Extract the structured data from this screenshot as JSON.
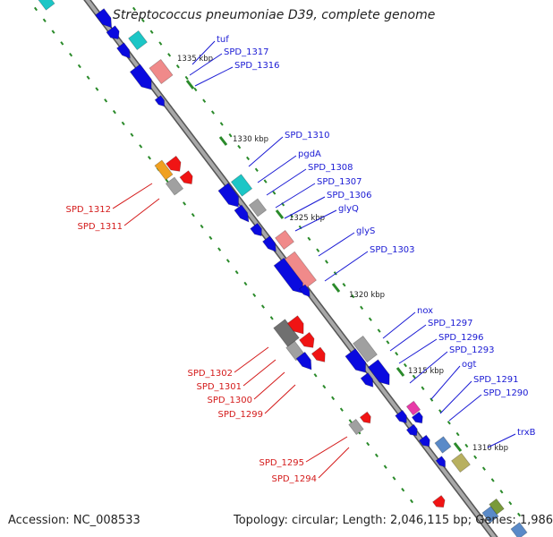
{
  "title": "Streptococcus pneumoniae D39, complete genome",
  "footer": {
    "accession": "Accession: NC_008533",
    "summary": "Topology: circular; Length: 2,046,115 bp; Genes: 1,986"
  },
  "colors": {
    "backbone": "#8a8a8a",
    "forward_label": "#1a1ad4",
    "reverse_label": "#d41a1a",
    "ruler_ticks": "#2a8a2a",
    "gene_blue": "#0a0adf",
    "gene_red": "#f01414",
    "gene_cyan": "#1cc6c6",
    "gene_salmon": "#f08a8a",
    "gene_gray": "#a0a0a0",
    "gene_magenta": "#e83aa8",
    "gene_orange": "#f0a020",
    "gene_olive": "#b8b060",
    "gene_steel": "#5a8ac8",
    "gene_green": "#7a9a3a"
  },
  "ruler_labels": [
    "1335 kbp",
    "1330 kbp",
    "1325 kbp",
    "1320 kbp",
    "1315 kbp",
    "1310 kbp"
  ],
  "forward_labels": [
    "tuf",
    "SPD_1317",
    "SPD_1316",
    "SPD_1310",
    "pgdA",
    "SPD_1308",
    "SPD_1307",
    "SPD_1306",
    "glyQ",
    "glyS",
    "SPD_1303",
    "nox",
    "SPD_1297",
    "SPD_1296",
    "SPD_1293",
    "ogt",
    "SPD_1291",
    "SPD_1290",
    "trxB"
  ],
  "reverse_labels": [
    "SPD_1312",
    "SPD_1311",
    "SPD_1302",
    "SPD_1301",
    "SPD_1300",
    "SPD_1299",
    "SPD_1295",
    "SPD_1294"
  ]
}
